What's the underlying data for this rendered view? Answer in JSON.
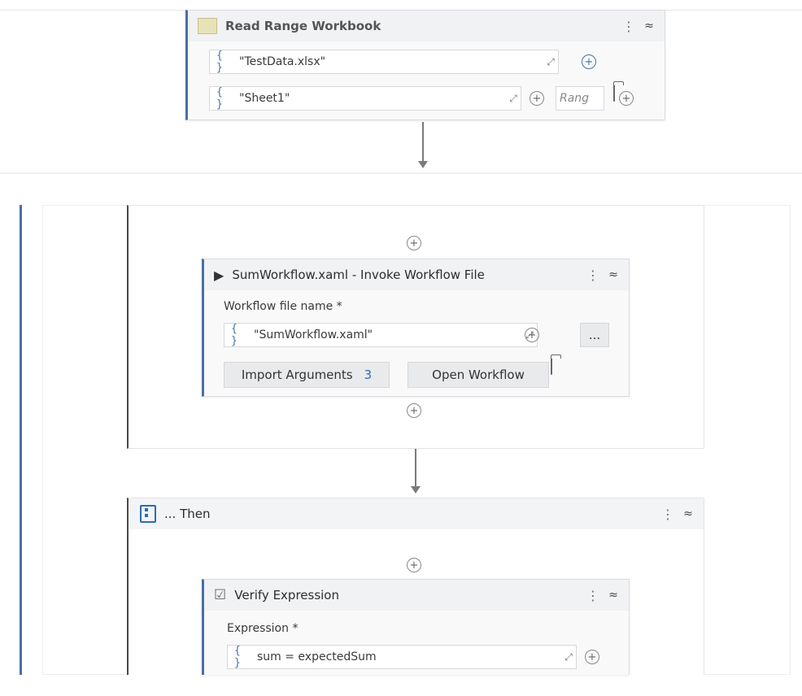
{
  "read_range": {
    "title": "Read Range Workbook",
    "file_value": "\"TestData.xlsx\"",
    "sheet_value": "\"Sheet1\"",
    "range_label": "Rang"
  },
  "invoke": {
    "title": "SumWorkflow.xaml - Invoke Workflow File",
    "field_label": "Workflow file name *",
    "file_value": "\"SumWorkflow.xaml\"",
    "more_label": "...",
    "import_label": "Import Arguments",
    "import_count": "3",
    "open_label": "Open Workflow"
  },
  "then": {
    "title": "... Then"
  },
  "verify": {
    "title": "Verify Expression",
    "field_label": "Expression *",
    "expression_value": "sum = expectedSum"
  },
  "icons": {
    "curly": "{ }",
    "dots": "⋮",
    "collapse": "≈",
    "expand": "⤢",
    "plus": "+",
    "play": "▶",
    "check": "☑"
  },
  "colors": {
    "accent": "#4a6fa5",
    "link": "#2d6bb5"
  }
}
